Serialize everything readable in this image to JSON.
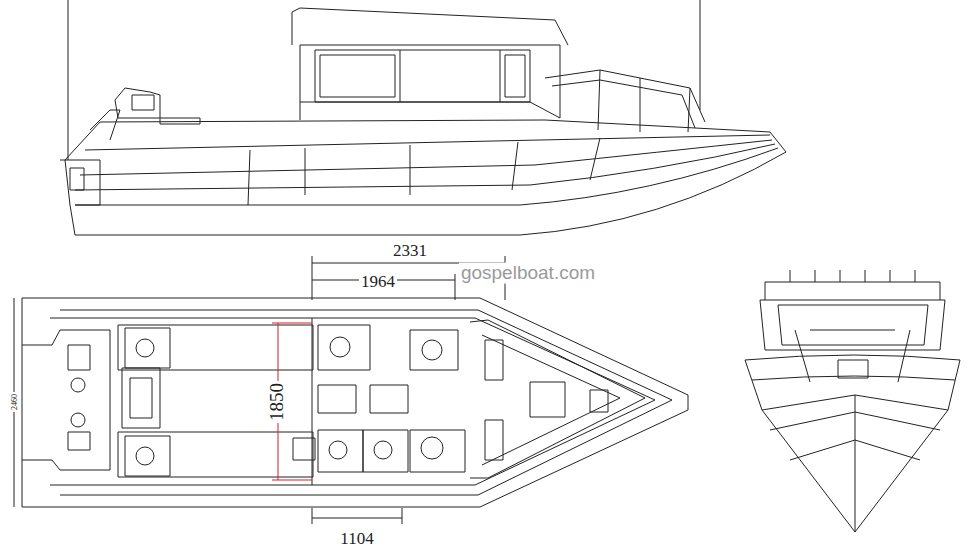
{
  "diagram": {
    "labels": [
      "2331",
      "1964",
      "gospelboat.com",
      "1850",
      "2460",
      "1104"
    ]
  }
}
